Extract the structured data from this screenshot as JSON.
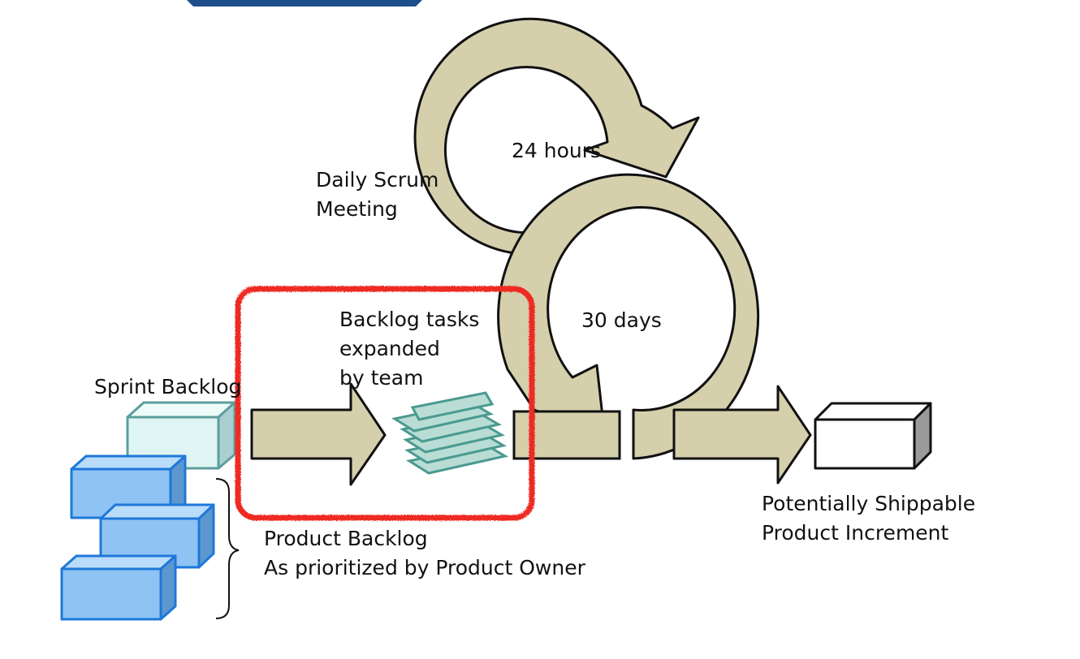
{
  "colors": {
    "arrow_fill": "#d5cfac",
    "outline": "#111111",
    "sprint_box": "#dff5f3",
    "product_box": "#8ec3f3",
    "product_box_dark": "#5d97cf",
    "task_stack": "#b9ddd5",
    "task_stack_edge": "#4a9a90",
    "highlight": "#ee2a24",
    "title": "#1f4e8c"
  },
  "labels": {
    "daily_scrum_1": "Daily Scrum",
    "daily_scrum_2": "Meeting",
    "hours": "24 hours",
    "days": "30 days",
    "tasks_1": "Backlog tasks",
    "tasks_2": "expanded",
    "tasks_3": "by team",
    "sprint_backlog": "Sprint Backlog",
    "product_backlog_1": "Product Backlog",
    "product_backlog_2": "As prioritized by Product Owner",
    "increment_1": "Potentially Shippable",
    "increment_2": "Product Increment"
  }
}
